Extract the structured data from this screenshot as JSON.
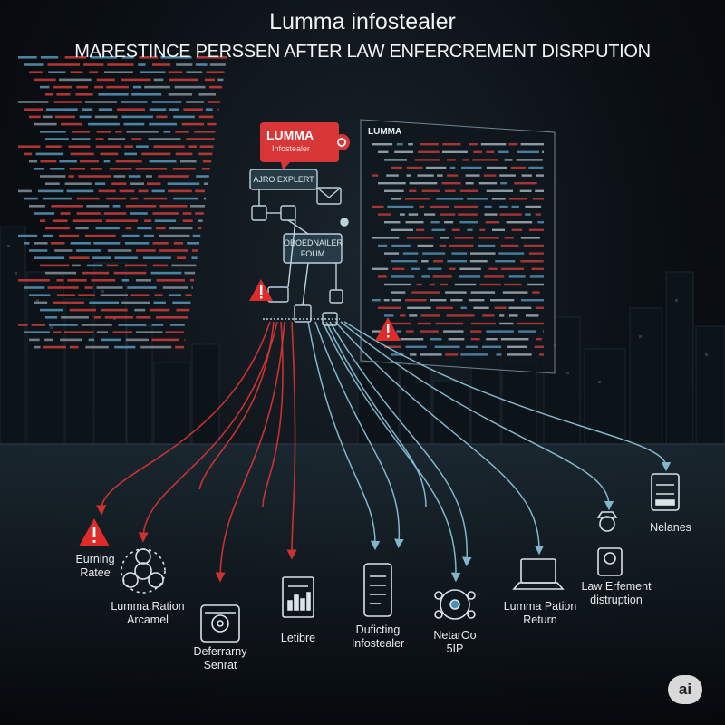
{
  "header": {
    "title": "Lumma infostealer",
    "subtitle": "MARESTINCE PERSSEN AFTER LAW ENFERCREMENT DISRPUTION"
  },
  "bubble": {
    "title": "LUMMA",
    "subtitle": "Infostealer"
  },
  "panel": {
    "title": "LUMMA"
  },
  "flow_boxes": [
    {
      "id": "auto-expert",
      "text": "AJRO EXPLERT"
    },
    {
      "id": "dashboard-form",
      "text": "OBOEDNAILER\nFOUM"
    }
  ],
  "endpoints": [
    {
      "id": "earning-rate",
      "icon": "warning-triangle-icon",
      "label": "Eurning\nRatee"
    },
    {
      "id": "lumma-ration-arcamel",
      "icon": "biohazard-icon",
      "label": "Lumma Ration\nArcamel"
    },
    {
      "id": "deferrarny-senrat",
      "icon": "security-camera-icon",
      "label": "Deferrarny\nSenrat"
    },
    {
      "id": "letibre",
      "icon": "document-icon",
      "label": "Letibre"
    },
    {
      "id": "duficting-infostealer",
      "icon": "phone-document-icon",
      "label": "Duficting\nInfostealer"
    },
    {
      "id": "netaroo-5ip",
      "icon": "network-hub-icon",
      "label": "NetarOo\n5IP"
    },
    {
      "id": "lumma-pation-return",
      "icon": "laptop-icon",
      "label": "Lumma Pation\nReturn"
    },
    {
      "id": "law-enforcement-disruption",
      "icon": "officer-icon",
      "label": "Law Erfement\ndistruption"
    },
    {
      "id": "nelanes",
      "icon": "server-icon",
      "label": "Nelanes"
    }
  ],
  "badge": {
    "text": "ai"
  },
  "colors": {
    "red_flow": "#e03434",
    "blue_flow": "#8ec7dc",
    "warning": "#e02b2b",
    "panel_border": "#6f8591",
    "code_red": "#d8403c",
    "code_blue": "#5f9fc6"
  }
}
